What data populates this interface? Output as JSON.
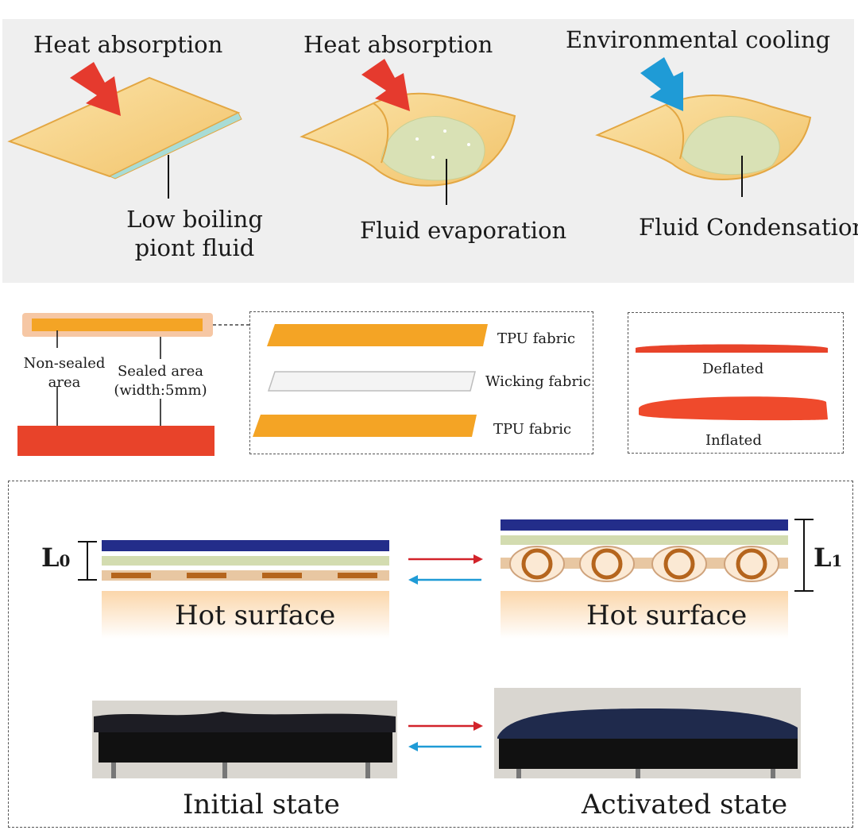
{
  "panel_a": {
    "stage1_top": "Heat absorption",
    "stage1_bottom_line1": "Low boiling",
    "stage1_bottom_line2": "piont fluid",
    "stage2_top": "Heat absorption",
    "stage2_bottom": "Fluid evaporation",
    "stage3_top": "Environmental cooling",
    "stage3_bottom": "Fluid Condensation"
  },
  "panel_b": {
    "non_sealed_line1": "Non-sealed",
    "non_sealed_line2": "area",
    "sealed_line1": "Sealed area",
    "sealed_line2": "(width:5mm)",
    "layer_top": "TPU fabric",
    "layer_middle": "Wicking fabric",
    "layer_bottom": "TPU fabric",
    "deflated": "Deflated",
    "inflated": "Inflated"
  },
  "panel_c": {
    "l0": "L",
    "l0_sub": "0",
    "l1": "L",
    "l1_sub": "1",
    "hot_surface_left": "Hot surface",
    "hot_surface_right": "Hot surface",
    "initial_state": "Initial state",
    "activated_state": "Activated state"
  },
  "colors": {
    "panel_bg": "#efefef",
    "pouch": "#f8d58c",
    "tpu": "#f4a425",
    "red_tape": "#e8432a",
    "navy": "#232d8a",
    "sage": "#d3dcb0",
    "copper": "#b5651d",
    "heat_arrow": "#e53a2e",
    "cool_arrow": "#1f9bd6"
  }
}
